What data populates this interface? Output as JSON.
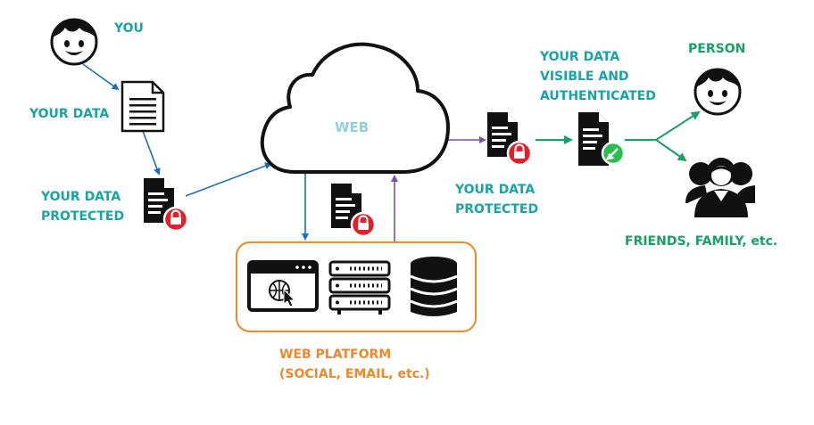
{
  "labels": {
    "you": "YOU",
    "your_data": "YOUR DATA",
    "your_data_protected_left_1": "YOUR DATA",
    "your_data_protected_left_2": "PROTECTED",
    "web": "WEB",
    "your_data_protected_right_1": "YOUR DATA",
    "your_data_protected_right_2": "PROTECTED",
    "visible_1": "YOUR DATA",
    "visible_2": "VISIBLE AND",
    "visible_3": "AUTHENTICATED",
    "person": "PERSON",
    "friends": "FRIENDS, FAMILY, etc.",
    "platform_1": "WEB PLATFORM",
    "platform_2": "(SOCIAL, EMAIL, etc.)"
  },
  "colors": {
    "teal": "#19a3a6",
    "green": "#17a067",
    "orange": "#ea8a2c",
    "blue_arrow": "#1f6fb5",
    "purple_arrow": "#7a54a8",
    "lock_red": "#e0212b",
    "check_green": "#2dbd4e"
  },
  "icons": [
    "user-face-icon",
    "document-icon",
    "locked-document-icon",
    "cloud-icon",
    "browser-window-icon",
    "server-rack-icon",
    "database-icon",
    "verified-document-icon",
    "group-icon"
  ]
}
